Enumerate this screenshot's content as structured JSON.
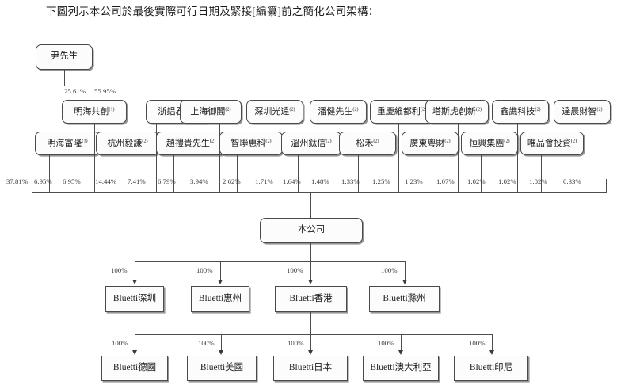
{
  "document": {
    "intro_text": "下圖列示本公司於最後實際可行日期及緊接[編纂]前之簡化公司架構："
  },
  "chart_data": {
    "type": "diagram",
    "title": "簡化公司架構",
    "controller": {
      "label": "尹先生"
    },
    "controller_stakes": [
      "25.61%",
      "55.95%"
    ],
    "tier2": [
      {
        "label": "明海共創",
        "note": "(1)"
      },
      {
        "label": "浙鋁君融",
        "note": "(2)"
      },
      {
        "label": "上海御閣",
        "note": "(2)"
      },
      {
        "label": "深圳光遠",
        "note": "(2)"
      },
      {
        "label": "潘健先生",
        "note": "(2)"
      },
      {
        "label": "重慶維都利",
        "note": "(2)"
      },
      {
        "label": "塔斯虎創新",
        "note": "(2)"
      },
      {
        "label": "鑫譙科技",
        "note": "(2)"
      },
      {
        "label": "達晨財智",
        "note": "(2)"
      }
    ],
    "tier3": [
      {
        "label": "明海富隆",
        "note": "(1)"
      },
      {
        "label": "杭州毅謙",
        "note": "(2)"
      },
      {
        "label": "趙禮貴先生",
        "note": "(2)"
      },
      {
        "label": "智聯惠科",
        "note": "(2)"
      },
      {
        "label": "溫州鈦信",
        "note": "(2)"
      },
      {
        "label": "松禾",
        "note": "(2)"
      },
      {
        "label": "廣東粵財",
        "note": "(2)"
      },
      {
        "label": "恒興集團",
        "note": "(2)"
      },
      {
        "label": "唯品會投資",
        "note": "(2)"
      }
    ],
    "shareholder_percentages": [
      "37.81%",
      "6.95%",
      "6.95%",
      "14.44%",
      "7.41%",
      "6.79%",
      "3.94%",
      "2.62%",
      "1.71%",
      "1.64%",
      "1.48%",
      "1.33%",
      "1.25%",
      "1.23%",
      "1.07%",
      "1.02%",
      "1.02%",
      "1.02%",
      "0.33%"
    ],
    "company": {
      "label": "本公司"
    },
    "subsidiaries_level1": [
      {
        "label": "Bluetti深圳",
        "stake": "100%"
      },
      {
        "label": "Bluetti惠州",
        "stake": "100%"
      },
      {
        "label": "Bluetti香港",
        "stake": "100%"
      },
      {
        "label": "Bluetti滁州",
        "stake": "100%"
      }
    ],
    "subsidiaries_level2": [
      {
        "label": "Bluetti德國",
        "stake": "100%"
      },
      {
        "label": "Bluetti美國",
        "stake": "100%"
      },
      {
        "label": "Bluetti日本",
        "stake": "100%"
      },
      {
        "label": "Bluetti澳大利亞",
        "stake": "100%"
      },
      {
        "label": "Bluetti印尼",
        "stake": "100%"
      }
    ],
    "colors": {
      "box_border": "#4a4a4a",
      "box_fill": "#fcfcfc",
      "line": "#4c4c4c",
      "text": "#1b1b1b"
    }
  }
}
